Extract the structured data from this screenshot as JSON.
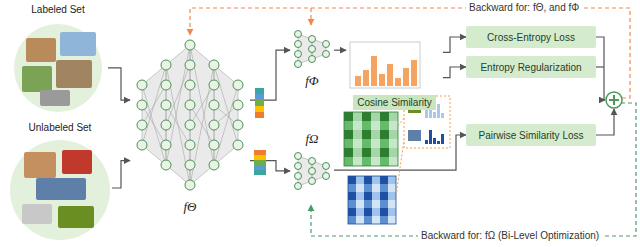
{
  "diagram": {
    "nodes": [
      {
        "text": [
          "Labeled Set"
        ]
      },
      {
        "text": [
          "Unlabeled Set"
        ]
      },
      {
        "text": [
          "fΘ"
        ]
      },
      {
        "text": [
          "fΦ"
        ]
      },
      {
        "text": [
          "fΩ"
        ]
      },
      {
        "text": [
          "Cosine Similarity"
        ]
      },
      {
        "text": [
          "Cross-Entropy Loss"
        ]
      },
      {
        "text": [
          "Entropy Regularization"
        ]
      },
      {
        "text": [
          "Pairwise Similarity Loss"
        ]
      }
    ],
    "edges": [
      {
        "from": 0,
        "to": 2,
        "arrow": "to"
      },
      {
        "from": 1,
        "to": 2,
        "arrow": "to"
      },
      {
        "from": 2,
        "to": 3,
        "arrow": "to"
      },
      {
        "from": 2,
        "to": 4,
        "arrow": "to"
      },
      {
        "from": 3,
        "to": 5,
        "arrow": "to"
      },
      {
        "from": 5,
        "to": 6,
        "arrow": "to"
      },
      {
        "from": 5,
        "to": 7,
        "arrow": "to"
      },
      {
        "from": 4,
        "to": 8,
        "arrow": "to"
      }
    ],
    "labels": [
      "Backward for: fΘ, and fΦ",
      "Backward for: fΩ (Bi-Level Optimization)"
    ]
  }
}
